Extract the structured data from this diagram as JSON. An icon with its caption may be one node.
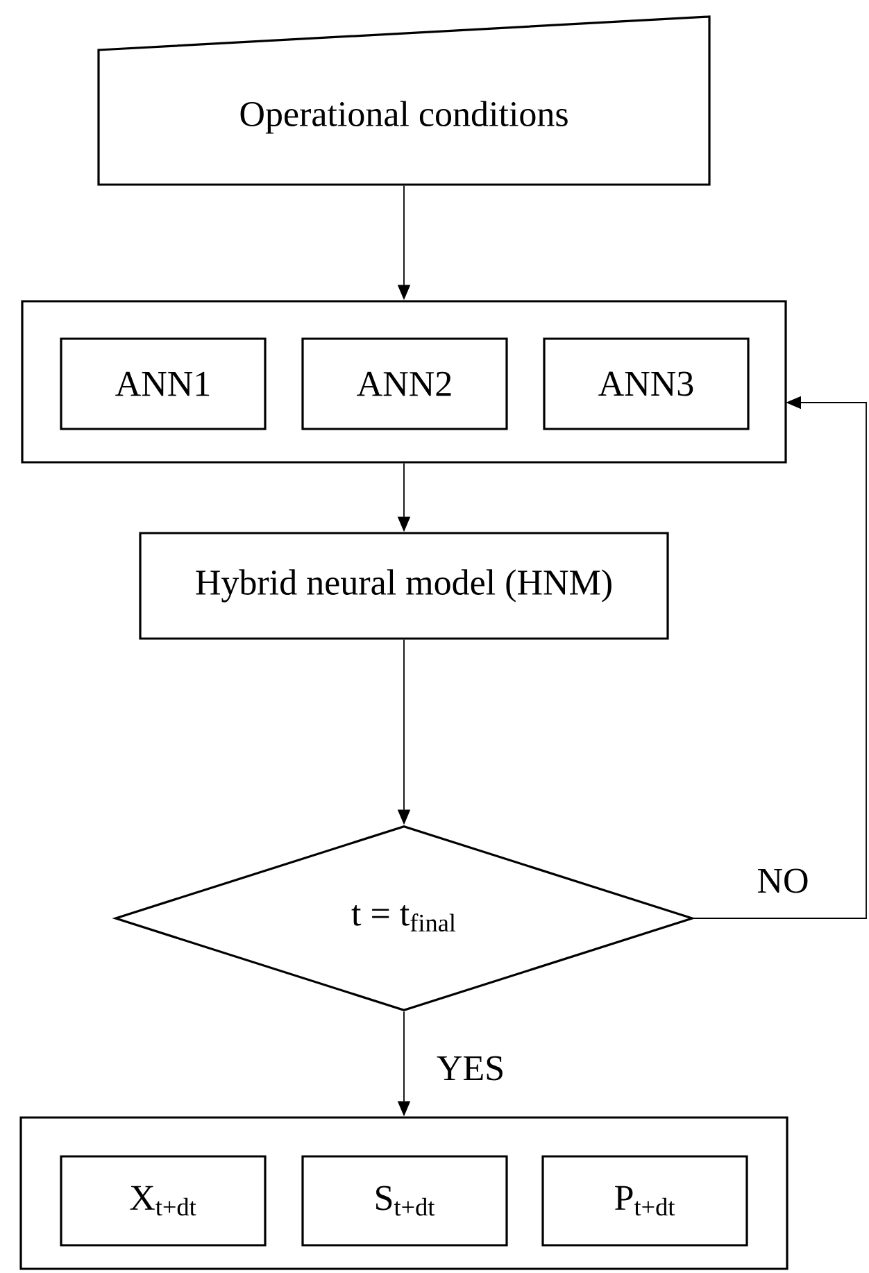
{
  "diagram": {
    "nodes": [
      {
        "text": [
          "Operational conditions"
        ]
      },
      {
        "text": [],
        "shape": "box"
      },
      {
        "text": [
          "ANN1"
        ],
        "in": 1
      },
      {
        "text": [
          "ANN2"
        ],
        "in": 1
      },
      {
        "text": [
          "ANN3"
        ],
        "in": 1
      },
      {
        "text": [
          "Hybrid neural model (HNM)"
        ]
      },
      {
        "text": [
          "t = t$_{final}$"
        ]
      },
      {
        "text": [],
        "shape": "box"
      },
      {
        "text": [
          "X$_{t+dt}$"
        ],
        "in": 7
      },
      {
        "text": [
          "S$_{t+dt}$"
        ],
        "in": 7
      },
      {
        "text": [
          "P$_{t+dt}$"
        ],
        "in": 7
      }
    ],
    "edges": [
      {
        "from": 0,
        "to": 1,
        "arrow": "to"
      },
      {
        "from": 1,
        "to": 5,
        "arrow": "to"
      },
      {
        "from": 5,
        "to": 6,
        "arrow": "to"
      },
      {
        "from": 6,
        "to": 7,
        "arrow": "to",
        "label": "YES"
      },
      {
        "from": 6,
        "to": 1,
        "arrow": "to",
        "label": "NO"
      }
    ]
  }
}
